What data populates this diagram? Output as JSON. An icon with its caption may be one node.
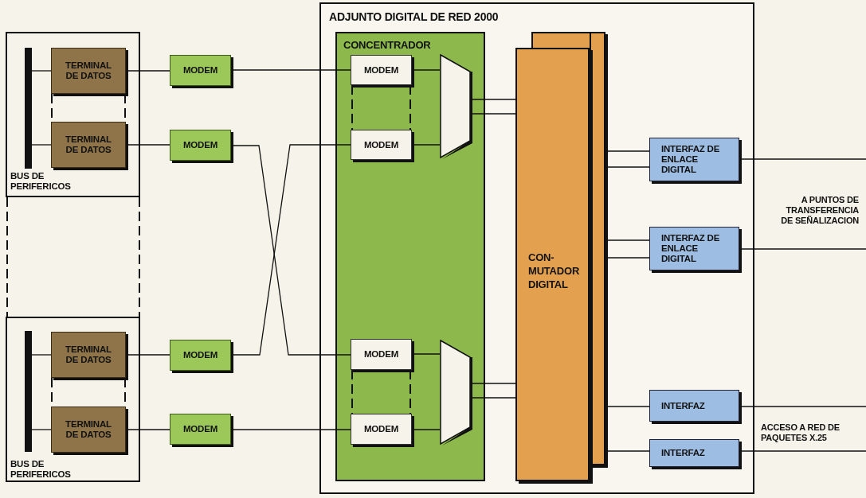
{
  "diagram": {
    "nodes": [
      {
        "text": [],
        "shape": "box"
      },
      {
        "text": [],
        "shape": "bar",
        "in": 0,
        "beside": [
          "BUS DE PERIFERICOS"
        ]
      },
      {
        "text": [
          "TERMINAL DE DATOS"
        ],
        "in": 0
      },
      {
        "text": [
          "TERMINAL DE DATOS"
        ],
        "in": 0
      },
      {
        "text": [],
        "shape": "box"
      },
      {
        "text": [],
        "shape": "bar",
        "in": 4,
        "beside": [
          "BUS DE PERIFERICOS"
        ]
      },
      {
        "text": [
          "TERMINAL DE DATOS"
        ],
        "in": 4
      },
      {
        "text": [
          "TERMINAL DE DATOS"
        ],
        "in": 4
      },
      {
        "text": [
          "MODEM"
        ]
      },
      {
        "text": [
          "MODEM"
        ]
      },
      {
        "text": [
          "MODEM"
        ]
      },
      {
        "text": [
          "MODEM"
        ]
      },
      {
        "text": [
          "ADJUNTO DIGITAL DE RED 2000"
        ]
      },
      {
        "text": [
          "CONCENTRADOR"
        ],
        "in": 12
      },
      {
        "text": [
          "MODEM"
        ],
        "in": 13
      },
      {
        "text": [
          "MODEM"
        ],
        "in": 13
      },
      {
        "text": [
          "MODEM"
        ],
        "in": 13
      },
      {
        "text": [
          "MODEM"
        ],
        "in": 13
      },
      {
        "text": [],
        "shape": "trapezoid",
        "in": 13
      },
      {
        "text": [],
        "shape": "trapezoid",
        "in": 13
      },
      {
        "text": [],
        "shape": "box",
        "in": 12
      },
      {
        "text": [
          "CON- MUTADOR DIGITAL"
        ],
        "in": 12
      },
      {
        "text": [
          "INTERFAZ DE ENLACE DIGITAL"
        ],
        "in": 12
      },
      {
        "text": [
          "INTERFAZ DE ENLACE DIGITAL"
        ],
        "in": 12
      },
      {
        "text": [
          "INTERFAZ"
        ],
        "in": 12
      },
      {
        "text": [
          "INTERFAZ"
        ],
        "in": 12
      }
    ],
    "edges": [
      {
        "from": 1,
        "to": 2,
        "arrow": "none"
      },
      {
        "from": 1,
        "to": 3,
        "arrow": "none"
      },
      {
        "from": 5,
        "to": 6,
        "arrow": "none"
      },
      {
        "from": 5,
        "to": 7,
        "arrow": "none"
      },
      {
        "from": 2,
        "to": 3,
        "arrow": "none",
        "style": "dashed"
      },
      {
        "from": 2,
        "to": 3,
        "arrow": "none",
        "style": "dashed"
      },
      {
        "from": 6,
        "to": 7,
        "arrow": "none",
        "style": "dashed"
      },
      {
        "from": 6,
        "to": 7,
        "arrow": "none",
        "style": "dashed"
      },
      {
        "from": 0,
        "to": 4,
        "arrow": "none",
        "style": "dashed"
      },
      {
        "from": 0,
        "to": 4,
        "arrow": "none",
        "style": "dashed"
      },
      {
        "from": 2,
        "to": 8,
        "arrow": "none"
      },
      {
        "from": 3,
        "to": 9,
        "arrow": "none"
      },
      {
        "from": 6,
        "to": 10,
        "arrow": "none"
      },
      {
        "from": 7,
        "to": 11,
        "arrow": "none"
      },
      {
        "from": 8,
        "to": 14,
        "arrow": "none"
      },
      {
        "from": 9,
        "to": 16,
        "arrow": "none"
      },
      {
        "from": 10,
        "to": 15,
        "arrow": "none"
      },
      {
        "from": 11,
        "to": 17,
        "arrow": "none"
      },
      {
        "from": 14,
        "to": 15,
        "arrow": "none",
        "style": "dashed"
      },
      {
        "from": 14,
        "to": 15,
        "arrow": "none",
        "style": "dashed"
      },
      {
        "from": 16,
        "to": 17,
        "arrow": "none",
        "style": "dashed"
      },
      {
        "from": 16,
        "to": 17,
        "arrow": "none",
        "style": "dashed"
      },
      {
        "from": 14,
        "to": 18,
        "arrow": "none"
      },
      {
        "from": 15,
        "to": 18,
        "arrow": "none"
      },
      {
        "from": 16,
        "to": 19,
        "arrow": "none"
      },
      {
        "from": 17,
        "to": 19,
        "arrow": "none"
      },
      {
        "from": 18,
        "to": 21,
        "arrow": "none"
      },
      {
        "from": 18,
        "to": 21,
        "arrow": "none"
      },
      {
        "from": 19,
        "to": 21,
        "arrow": "none"
      },
      {
        "from": 19,
        "to": 21,
        "arrow": "none"
      },
      {
        "from": 20,
        "to": 22,
        "arrow": "none"
      },
      {
        "from": 20,
        "to": 22,
        "arrow": "none"
      },
      {
        "from": 20,
        "to": 23,
        "arrow": "none"
      },
      {
        "from": 20,
        "to": 23,
        "arrow": "none"
      },
      {
        "from": 20,
        "to": 24,
        "arrow": "none"
      },
      {
        "from": 20,
        "to": 25,
        "arrow": "none"
      },
      {
        "from": 22,
        "to": null,
        "arrow": "none"
      },
      {
        "from": 23,
        "to": null,
        "arrow": "none"
      },
      {
        "from": 24,
        "to": null,
        "arrow": "none"
      },
      {
        "from": 25,
        "to": null,
        "arrow": "none"
      }
    ],
    "labels": [
      "A PUNTOS DE TRANSFERENCIA DE SEÑALIZACION",
      "ACCESO A RED DE PAQUETES X.25"
    ]
  }
}
